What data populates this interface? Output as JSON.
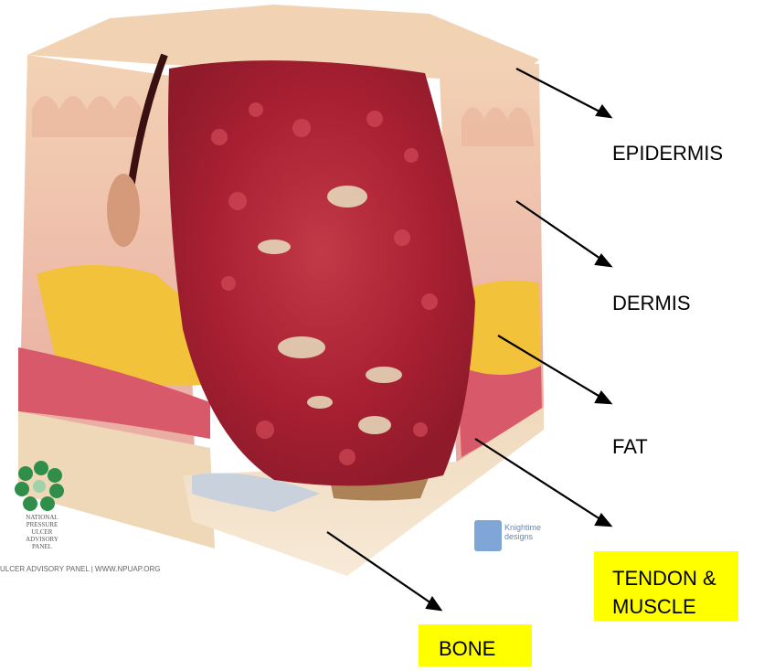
{
  "labels": {
    "epidermis": "EPIDERMIS",
    "dermis": "DERMIS",
    "fat": "FAT",
    "tendon_muscle_line1": "TENDON &",
    "tendon_muscle_line2": "MUSCLE",
    "bone": "BONE"
  },
  "watermark": {
    "org_lines": [
      "NATIONAL",
      "PRESSURE",
      "ULCER",
      "ADVISORY",
      "PANEL"
    ],
    "footer": "ULCER ADVISORY PANEL  |  WWW.NPUAP.ORG",
    "brand_line1": "Knightime",
    "brand_line2": "designs"
  },
  "colors": {
    "highlight": "#ffff00",
    "arrow": "#000000",
    "wound": "#b3283a",
    "skin": "#f0c8a8",
    "fat": "#f2c23a",
    "muscle": "#d8596a",
    "bone": "#e8d2b0"
  }
}
